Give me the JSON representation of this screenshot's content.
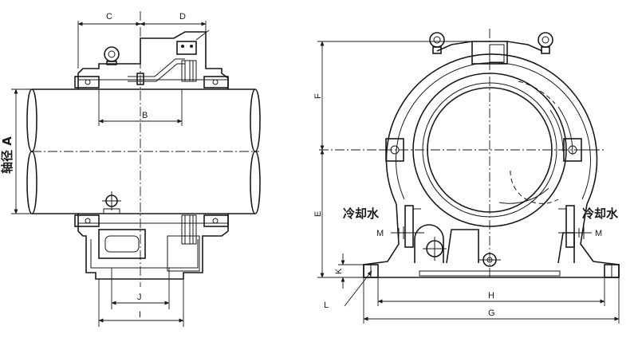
{
  "labels": {
    "C": "C",
    "D": "D",
    "B": "B",
    "J": "J",
    "I": "I",
    "shaft": "轴径 A",
    "F": "F",
    "E": "E",
    "K": "K",
    "L": "L",
    "H": "H",
    "G": "G",
    "M_left": "M",
    "M_right": "M",
    "cooling_left": "冷却水",
    "cooling_right": "冷却水"
  }
}
